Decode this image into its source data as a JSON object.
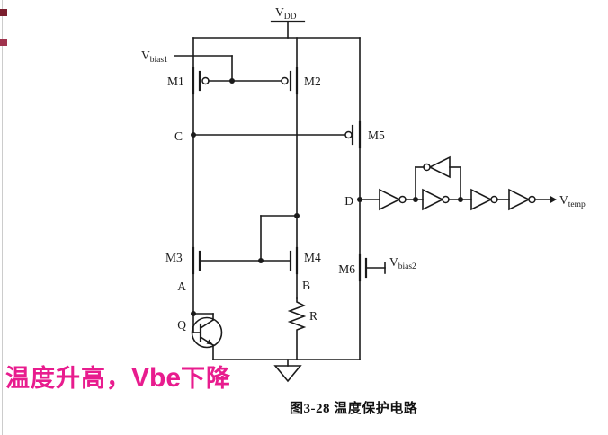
{
  "colors": {
    "annotation_pink": "#e81c8e",
    "artifact_dark": "#7b1e2e",
    "artifact_light": "#a0334d",
    "ink": "#1b1b1b"
  },
  "power": {
    "vdd_main": "V",
    "vdd_sub": "DD",
    "vbias1_main": "V",
    "vbias1_sub": "bias1",
    "vbias2_main": "V",
    "vbias2_sub": "bias2"
  },
  "output": {
    "vtemp_main": "V",
    "vtemp_sub": "temp"
  },
  "transistors": {
    "m1": "M1",
    "m2": "M2",
    "m3": "M3",
    "m4": "M4",
    "m5": "M5",
    "m6": "M6"
  },
  "devices": {
    "q": "Q",
    "r": "R"
  },
  "nodes": {
    "a": "A",
    "b": "B",
    "c": "C",
    "d": "D"
  },
  "annotation": {
    "cjk_lead": "温度升高，",
    "latin": "Vbe",
    "cjk_tail": "下降"
  },
  "caption": "图3-28 温度保护电路"
}
